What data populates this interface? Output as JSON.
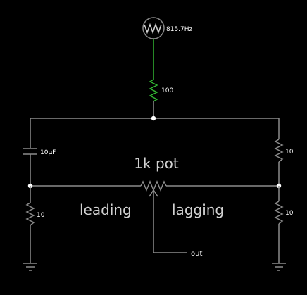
{
  "source": {
    "frequency_label": "815.7Hz"
  },
  "components": {
    "source_resistor": "100",
    "capacitor": "10μF",
    "right_top_resistor": "10",
    "left_bottom_resistor": "10",
    "right_bottom_resistor": "10"
  },
  "labels": {
    "pot": "1k pot",
    "leading": "leading",
    "lagging": "lagging",
    "output": "out"
  },
  "colors": {
    "background": "#000000",
    "wire": "#8c8c8c",
    "active_wire": "#33b533",
    "node": "#ffffff"
  }
}
